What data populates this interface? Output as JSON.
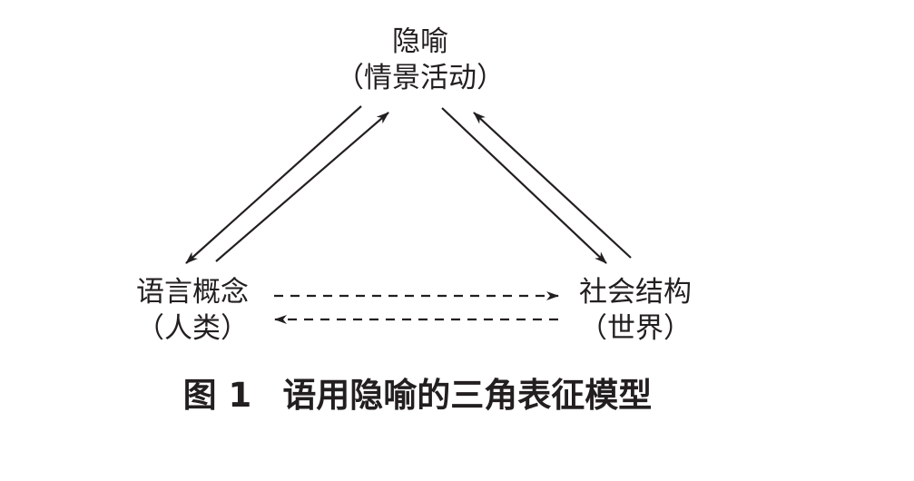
{
  "nodes": {
    "top": {
      "title": "隐喻",
      "subtitle": "（情景活动）"
    },
    "left": {
      "title": "语言概念",
      "subtitle": "（人类）"
    },
    "right": {
      "title": "社会结构",
      "subtitle": "（世界）"
    }
  },
  "caption": {
    "label": "图 1",
    "text": "语用隐喻的三角表征模型"
  },
  "colors": {
    "ink": "#231f20",
    "background": "#ffffff"
  }
}
